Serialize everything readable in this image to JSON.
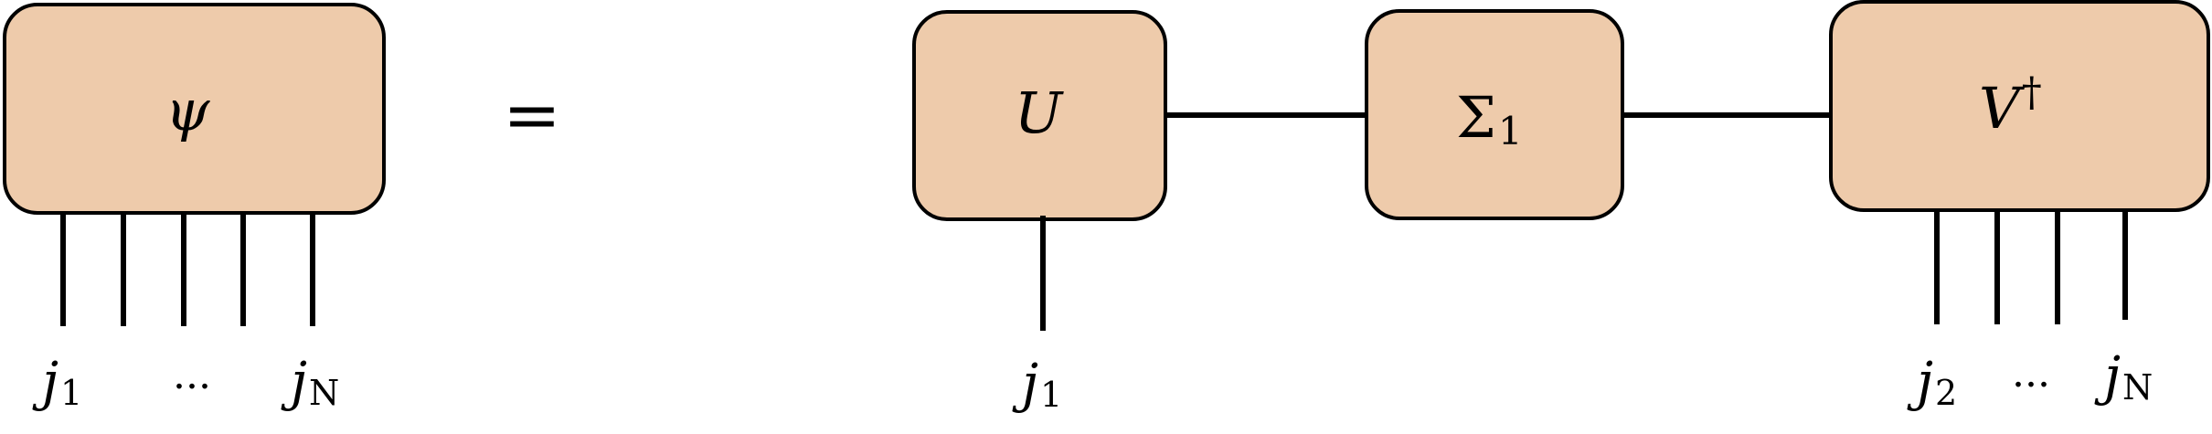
{
  "equation": {
    "equals_sign": "=",
    "lhs": {
      "tensor_label": "ψ",
      "leg_labels": [
        {
          "base": "j",
          "sub": "1"
        },
        {
          "text": "..."
        },
        {
          "base": "j",
          "sub": "N"
        }
      ]
    },
    "rhs": {
      "u_label": "U",
      "sigma_label": "Σ",
      "sigma_sub": "1",
      "v_label": "V",
      "v_sup": "†",
      "u_leg_label": {
        "base": "j",
        "sub": "1"
      },
      "v_leg_labels": [
        {
          "base": "j",
          "sub": "2"
        },
        {
          "text": "..."
        },
        {
          "base": "j",
          "sub": "N"
        }
      ]
    }
  }
}
